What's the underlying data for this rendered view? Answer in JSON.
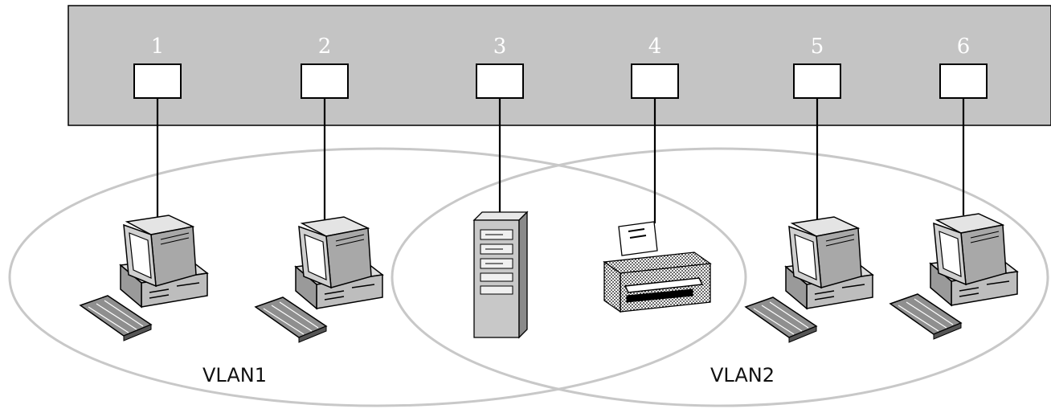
{
  "switch": {
    "ports": [
      {
        "number": "1",
        "device": "pc"
      },
      {
        "number": "2",
        "device": "pc"
      },
      {
        "number": "3",
        "device": "server"
      },
      {
        "number": "4",
        "device": "printer"
      },
      {
        "number": "5",
        "device": "pc"
      },
      {
        "number": "6",
        "device": "pc"
      }
    ]
  },
  "vlans": [
    {
      "label": "VLAN1"
    },
    {
      "label": "VLAN2"
    }
  ],
  "colors": {
    "switch_fill": "#c4c4c4",
    "vlan_outline": "#c8c8c8"
  }
}
